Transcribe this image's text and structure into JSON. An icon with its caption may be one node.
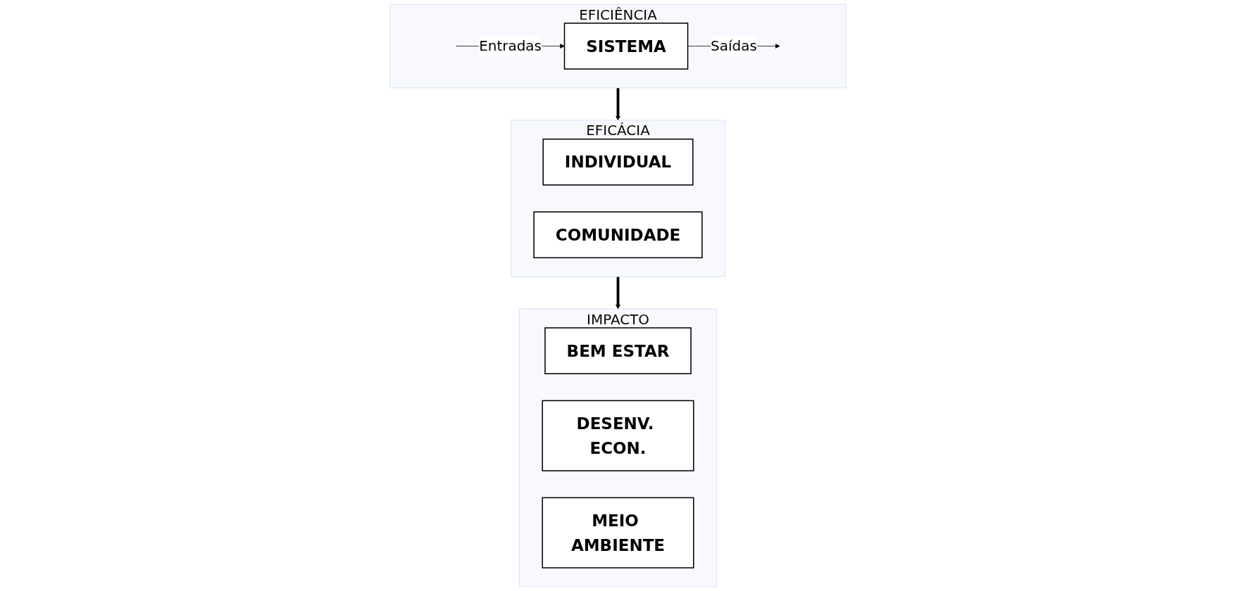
{
  "diagram": {
    "nodes": [
      {
        "text": [
          "EFICIÊNCIA"
        ]
      },
      {
        "text": [
          "SISTEMA"
        ],
        "in": 0
      },
      {
        "text": [
          "EFICÁCIA"
        ]
      },
      {
        "text": [
          "INDIVIDUAL"
        ],
        "in": 2
      },
      {
        "text": [
          "COMUNIDADE"
        ],
        "in": 2
      },
      {
        "text": [
          "IMPACTO"
        ]
      },
      {
        "text": [
          "BEM ESTAR"
        ],
        "in": 5
      },
      {
        "text": [
          "DESENV. ECON."
        ],
        "in": 5
      },
      {
        "text": [
          "MEIO AMBIENTE"
        ],
        "in": 5
      }
    ],
    "edges": [
      {
        "from": null,
        "to": 1,
        "arrow": "to",
        "label": "Entradas"
      },
      {
        "from": 1,
        "to": null,
        "arrow": "to",
        "label": "Saídas"
      },
      {
        "from": 0,
        "to": 2,
        "arrow": "to",
        "style": "thick"
      },
      {
        "from": 2,
        "to": 5,
        "arrow": "to",
        "style": "thick"
      }
    ]
  }
}
